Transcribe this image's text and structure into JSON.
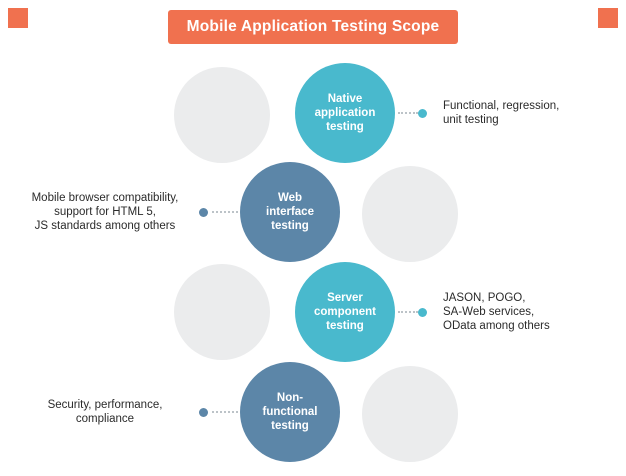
{
  "header": {
    "title": "Mobile Application Testing Scope"
  },
  "colors": {
    "accent": "#f0714f",
    "teal_circle": "#49b9cd",
    "blue_circle": "#5c86a8",
    "gray_circle": "#ebeced"
  },
  "nodes": [
    {
      "id": "native-application-testing",
      "label": "Native\napplication\ntesting",
      "color": "#49b9cd",
      "annotation_side": "right",
      "annotation": "Functional, regression,\nunit testing"
    },
    {
      "id": "web-interface-testing",
      "label": "Web\ninterface\ntesting",
      "color": "#5c86a8",
      "annotation_side": "left",
      "annotation": "Mobile browser compatibility,\nsupport for HTML 5,\nJS standards among others"
    },
    {
      "id": "server-component-testing",
      "label": "Server\ncomponent\ntesting",
      "color": "#49b9cd",
      "annotation_side": "right",
      "annotation": "JASON, POGO,\nSA-Web services,\nOData among others"
    },
    {
      "id": "non-functional-testing",
      "label": "Non-\nfunctional\ntesting",
      "color": "#5c86a8",
      "annotation_side": "left",
      "annotation": "Security, performance,\ncompliance"
    }
  ]
}
